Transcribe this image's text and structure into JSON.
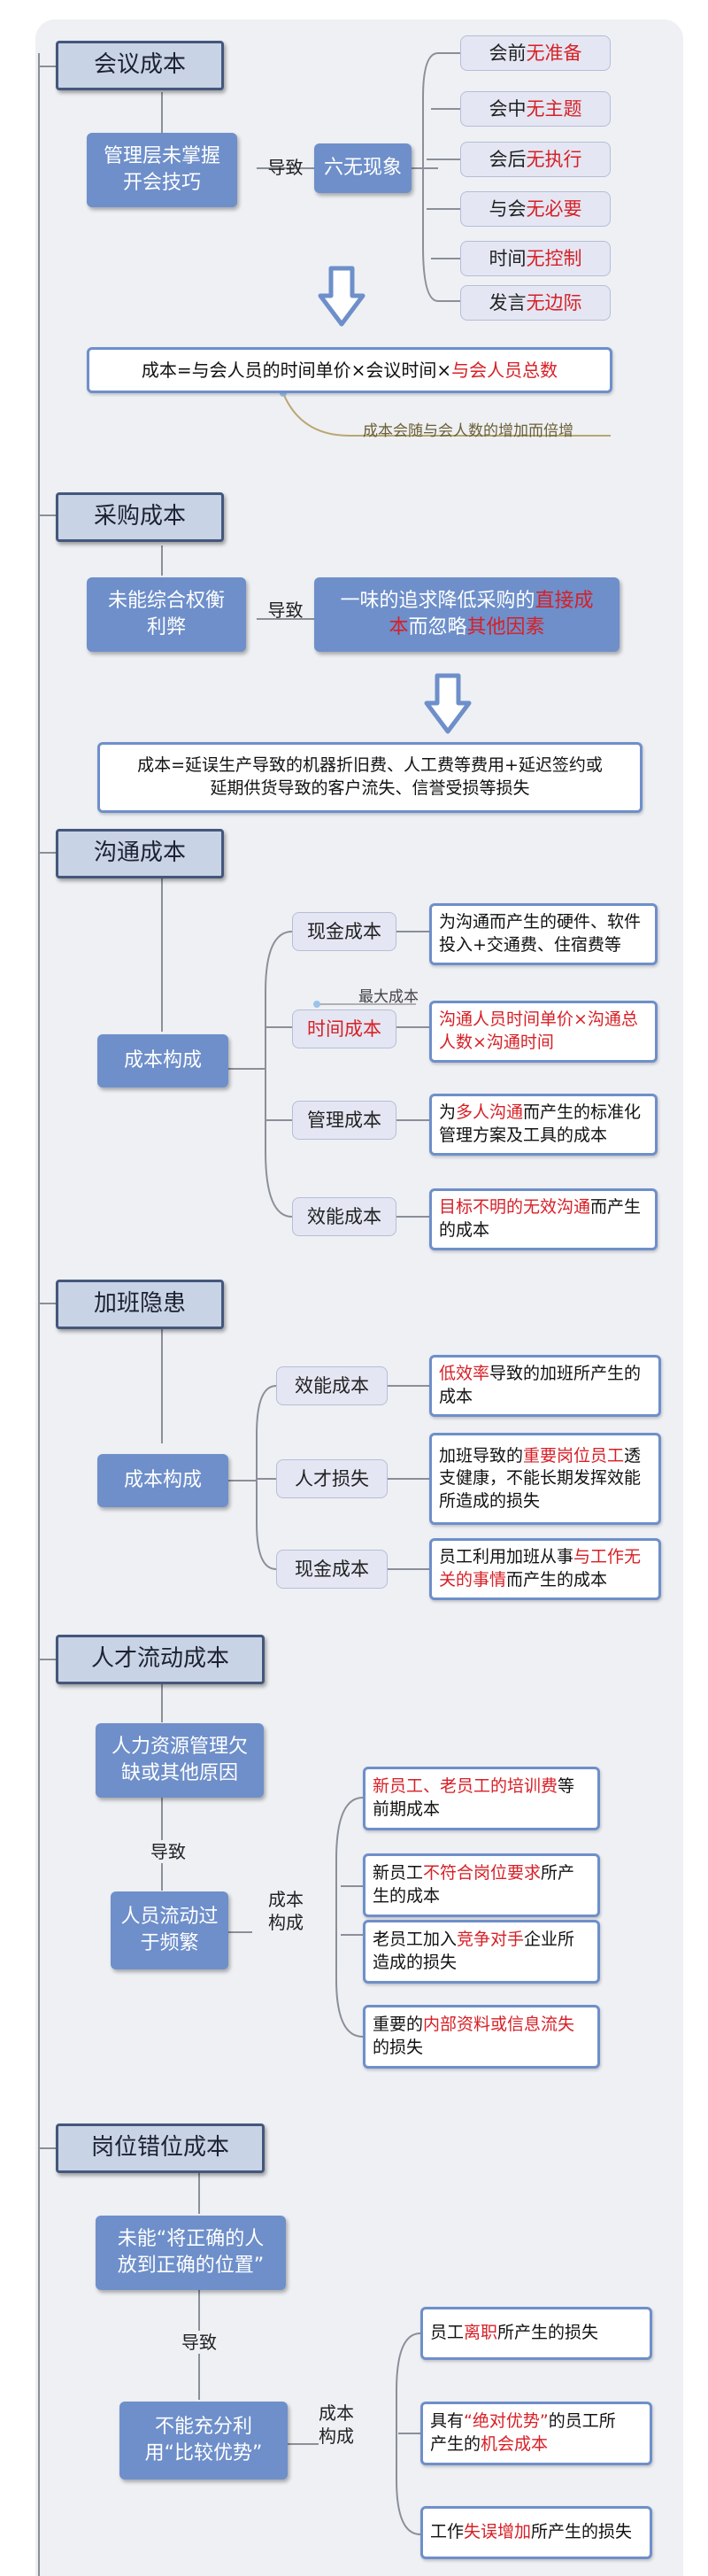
{
  "colors": {
    "accent": "#6e8fca",
    "title_border": "#44577c",
    "highlight": "#d71f26"
  },
  "sections": {
    "meeting": {
      "title": "会议成本",
      "cause_line1": "管理层未掌握",
      "cause_line2": "开会技巧",
      "leads_to": "导致",
      "phenomenon": "六无现象",
      "items": [
        {
          "pre": "会前",
          "red": "无准备"
        },
        {
          "pre": "会中",
          "red": "无主题"
        },
        {
          "pre": "会后",
          "red": "无执行"
        },
        {
          "pre": "与会",
          "red": "无必要"
        },
        {
          "pre": "时间",
          "red": "无控制"
        },
        {
          "pre": "发言",
          "red": "无边际"
        }
      ],
      "formula_plain": "成本=与会人员的时间单价×会议时间×",
      "formula_red": "与会人员总数",
      "comment": "成本会随与会人数的增加而倍增"
    },
    "purchase": {
      "title": "采购成本",
      "cause_line1": "未能综合权衡",
      "cause_line2": "利弊",
      "leads_to": "导致",
      "effect_a": "一味的追求降低采购的",
      "effect_red1": "直接成",
      "effect_red2": "本",
      "effect_b": "而忽略",
      "effect_red3": "其他因素",
      "formula_line1": "成本=延误生产导致的机器折旧费、人工费等费用+延迟签约或",
      "formula_line2": "延期供货导致的客户流失、信誉受损等损失"
    },
    "communication": {
      "title": "沟通成本",
      "center": "成本构成",
      "max_label": "最大成本",
      "items": [
        {
          "label": "现金成本",
          "d1": "为沟通而产生的硬件、软件",
          "d2": "投入+交通费、住宿费等"
        },
        {
          "label": "时间成本",
          "d1": "沟通人员时间单价×沟通总",
          "d2": "人数×沟通时间"
        },
        {
          "label": "管理成本",
          "d1a": "为",
          "d1r": "多人沟通",
          "d1b": "而产生的标准化",
          "d2": "管理方案及工具的成本"
        },
        {
          "label": "效能成本",
          "d1r": "目标不明的无效沟通",
          "d1b": "而产生",
          "d2": "的成本"
        }
      ]
    },
    "overtime": {
      "title": "加班隐患",
      "center": "成本构成",
      "items": [
        {
          "label": "效能成本",
          "d1r": "低效率",
          "d1b": "导致的加班所产生的",
          "d2": "成本"
        },
        {
          "label": "人才损失",
          "d1a": "加班导致的",
          "d1r": "重要岗位员工",
          "d1b": "透",
          "d2": "支健康，不能长期发挥效能",
          "d3": "所造成的损失"
        },
        {
          "label": "现金成本",
          "d1a": "员工利用加班从事",
          "d1r": "与工作无",
          "d2r": "关的事情",
          "d2b": "而产生的成本"
        }
      ]
    },
    "turnover": {
      "title": "人才流动成本",
      "cause_line1": "人力资源管理欠",
      "cause_line2": "缺或其他原因",
      "leads_to": "导致",
      "effect_line1": "人员流动过",
      "effect_line2": "于频繁",
      "compose_line1": "成本",
      "compose_line2": "构成",
      "items": [
        {
          "r1": "新员工、老员工的培训费",
          "b1": "等",
          "d2": "前期成本"
        },
        {
          "a1": "新员工",
          "r1": "不符合岗位要求",
          "b1": "所产",
          "d2": "生的成本"
        },
        {
          "a1": "老员工加入",
          "r1": "竞争对手",
          "b1": "企业所",
          "d2": "造成的损失"
        },
        {
          "a1": "重要的",
          "r1": "内部资料或信息流失",
          "d2": "的损失"
        }
      ]
    },
    "mismatch": {
      "title": "岗位错位成本",
      "cause_line1": "未能“将正确的人",
      "cause_line2": "放到正确的位置”",
      "leads_to": "导致",
      "effect_line1": "不能充分利",
      "effect_line2": "用“比较优势”",
      "compose_line1": "成本",
      "compose_line2": "构成",
      "items": [
        {
          "a1": "员工",
          "r1": "离职",
          "b1": "所产生的损失"
        },
        {
          "a1": "具有",
          "r1": "“绝对优势”",
          "b1": "的员工所",
          "a2": "产生的",
          "r2": "机会成本"
        },
        {
          "a1": "工作",
          "r1": "失误增加",
          "b1": "所产生的损失"
        }
      ]
    }
  }
}
